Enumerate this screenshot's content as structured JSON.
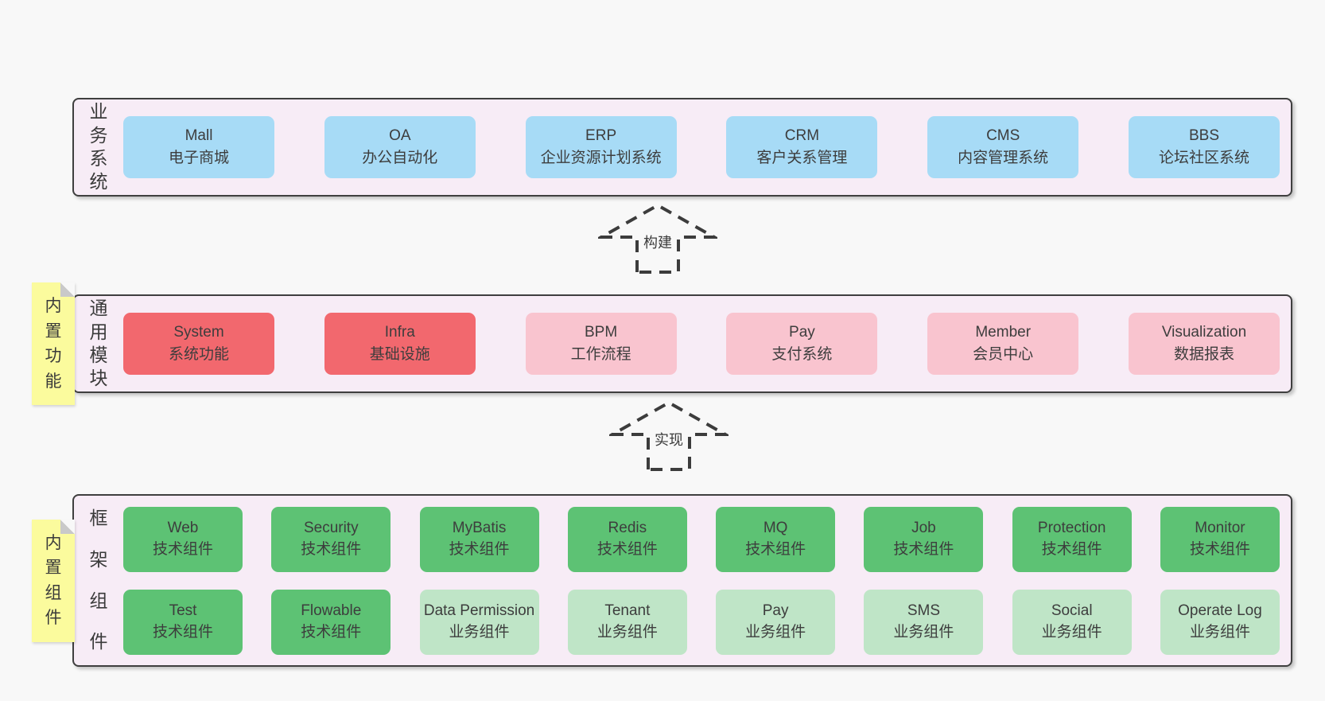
{
  "colors": {
    "page_bg": "#f8f8f8",
    "layer_bg": "#f7ecf6",
    "layer_border": "#3f3f3f",
    "box_blue": "#a7dbf6",
    "box_red": "#f2686e",
    "box_pink": "#f9c4cf",
    "box_green": "#5dc274",
    "box_green_light": "#bfe5c7",
    "sticky_yellow": "#fbfb9d",
    "text": "#3b3b3b"
  },
  "arrows": [
    {
      "label": "构建"
    },
    {
      "label": "实现"
    }
  ],
  "layers": [
    {
      "label": "业务系统",
      "items": [
        {
          "title": "Mall",
          "subtitle": "电子商城"
        },
        {
          "title": "OA",
          "subtitle": "办公自动化"
        },
        {
          "title": "ERP",
          "subtitle": "企业资源计划系统"
        },
        {
          "title": "CRM",
          "subtitle": "客户关系管理"
        },
        {
          "title": "CMS",
          "subtitle": "内容管理系统"
        },
        {
          "title": "BBS",
          "subtitle": "论坛社区系统"
        }
      ]
    },
    {
      "label": "通用模块",
      "sticky": "内置功能",
      "items": [
        {
          "title": "System",
          "subtitle": "系统功能"
        },
        {
          "title": "Infra",
          "subtitle": "基础设施"
        },
        {
          "title": "BPM",
          "subtitle": "工作流程"
        },
        {
          "title": "Pay",
          "subtitle": "支付系统"
        },
        {
          "title": "Member",
          "subtitle": "会员中心"
        },
        {
          "title": "Visualization",
          "subtitle": "数据报表"
        }
      ]
    },
    {
      "label": "框架组件",
      "sticky": "内置组件",
      "rows": [
        [
          {
            "title": "Web",
            "subtitle": "技术组件"
          },
          {
            "title": "Security",
            "subtitle": "技术组件"
          },
          {
            "title": "MyBatis",
            "subtitle": "技术组件"
          },
          {
            "title": "Redis",
            "subtitle": "技术组件"
          },
          {
            "title": "MQ",
            "subtitle": "技术组件"
          },
          {
            "title": "Job",
            "subtitle": "技术组件"
          },
          {
            "title": "Protection",
            "subtitle": "技术组件"
          },
          {
            "title": "Monitor",
            "subtitle": "技术组件"
          }
        ],
        [
          {
            "title": "Test",
            "subtitle": "技术组件"
          },
          {
            "title": "Flowable",
            "subtitle": "技术组件"
          },
          {
            "title": "Data Permission",
            "subtitle": "业务组件"
          },
          {
            "title": "Tenant",
            "subtitle": "业务组件"
          },
          {
            "title": "Pay",
            "subtitle": "业务组件"
          },
          {
            "title": "SMS",
            "subtitle": "业务组件"
          },
          {
            "title": "Social",
            "subtitle": "业务组件"
          },
          {
            "title": "Operate Log",
            "subtitle": "业务组件"
          }
        ]
      ]
    }
  ]
}
